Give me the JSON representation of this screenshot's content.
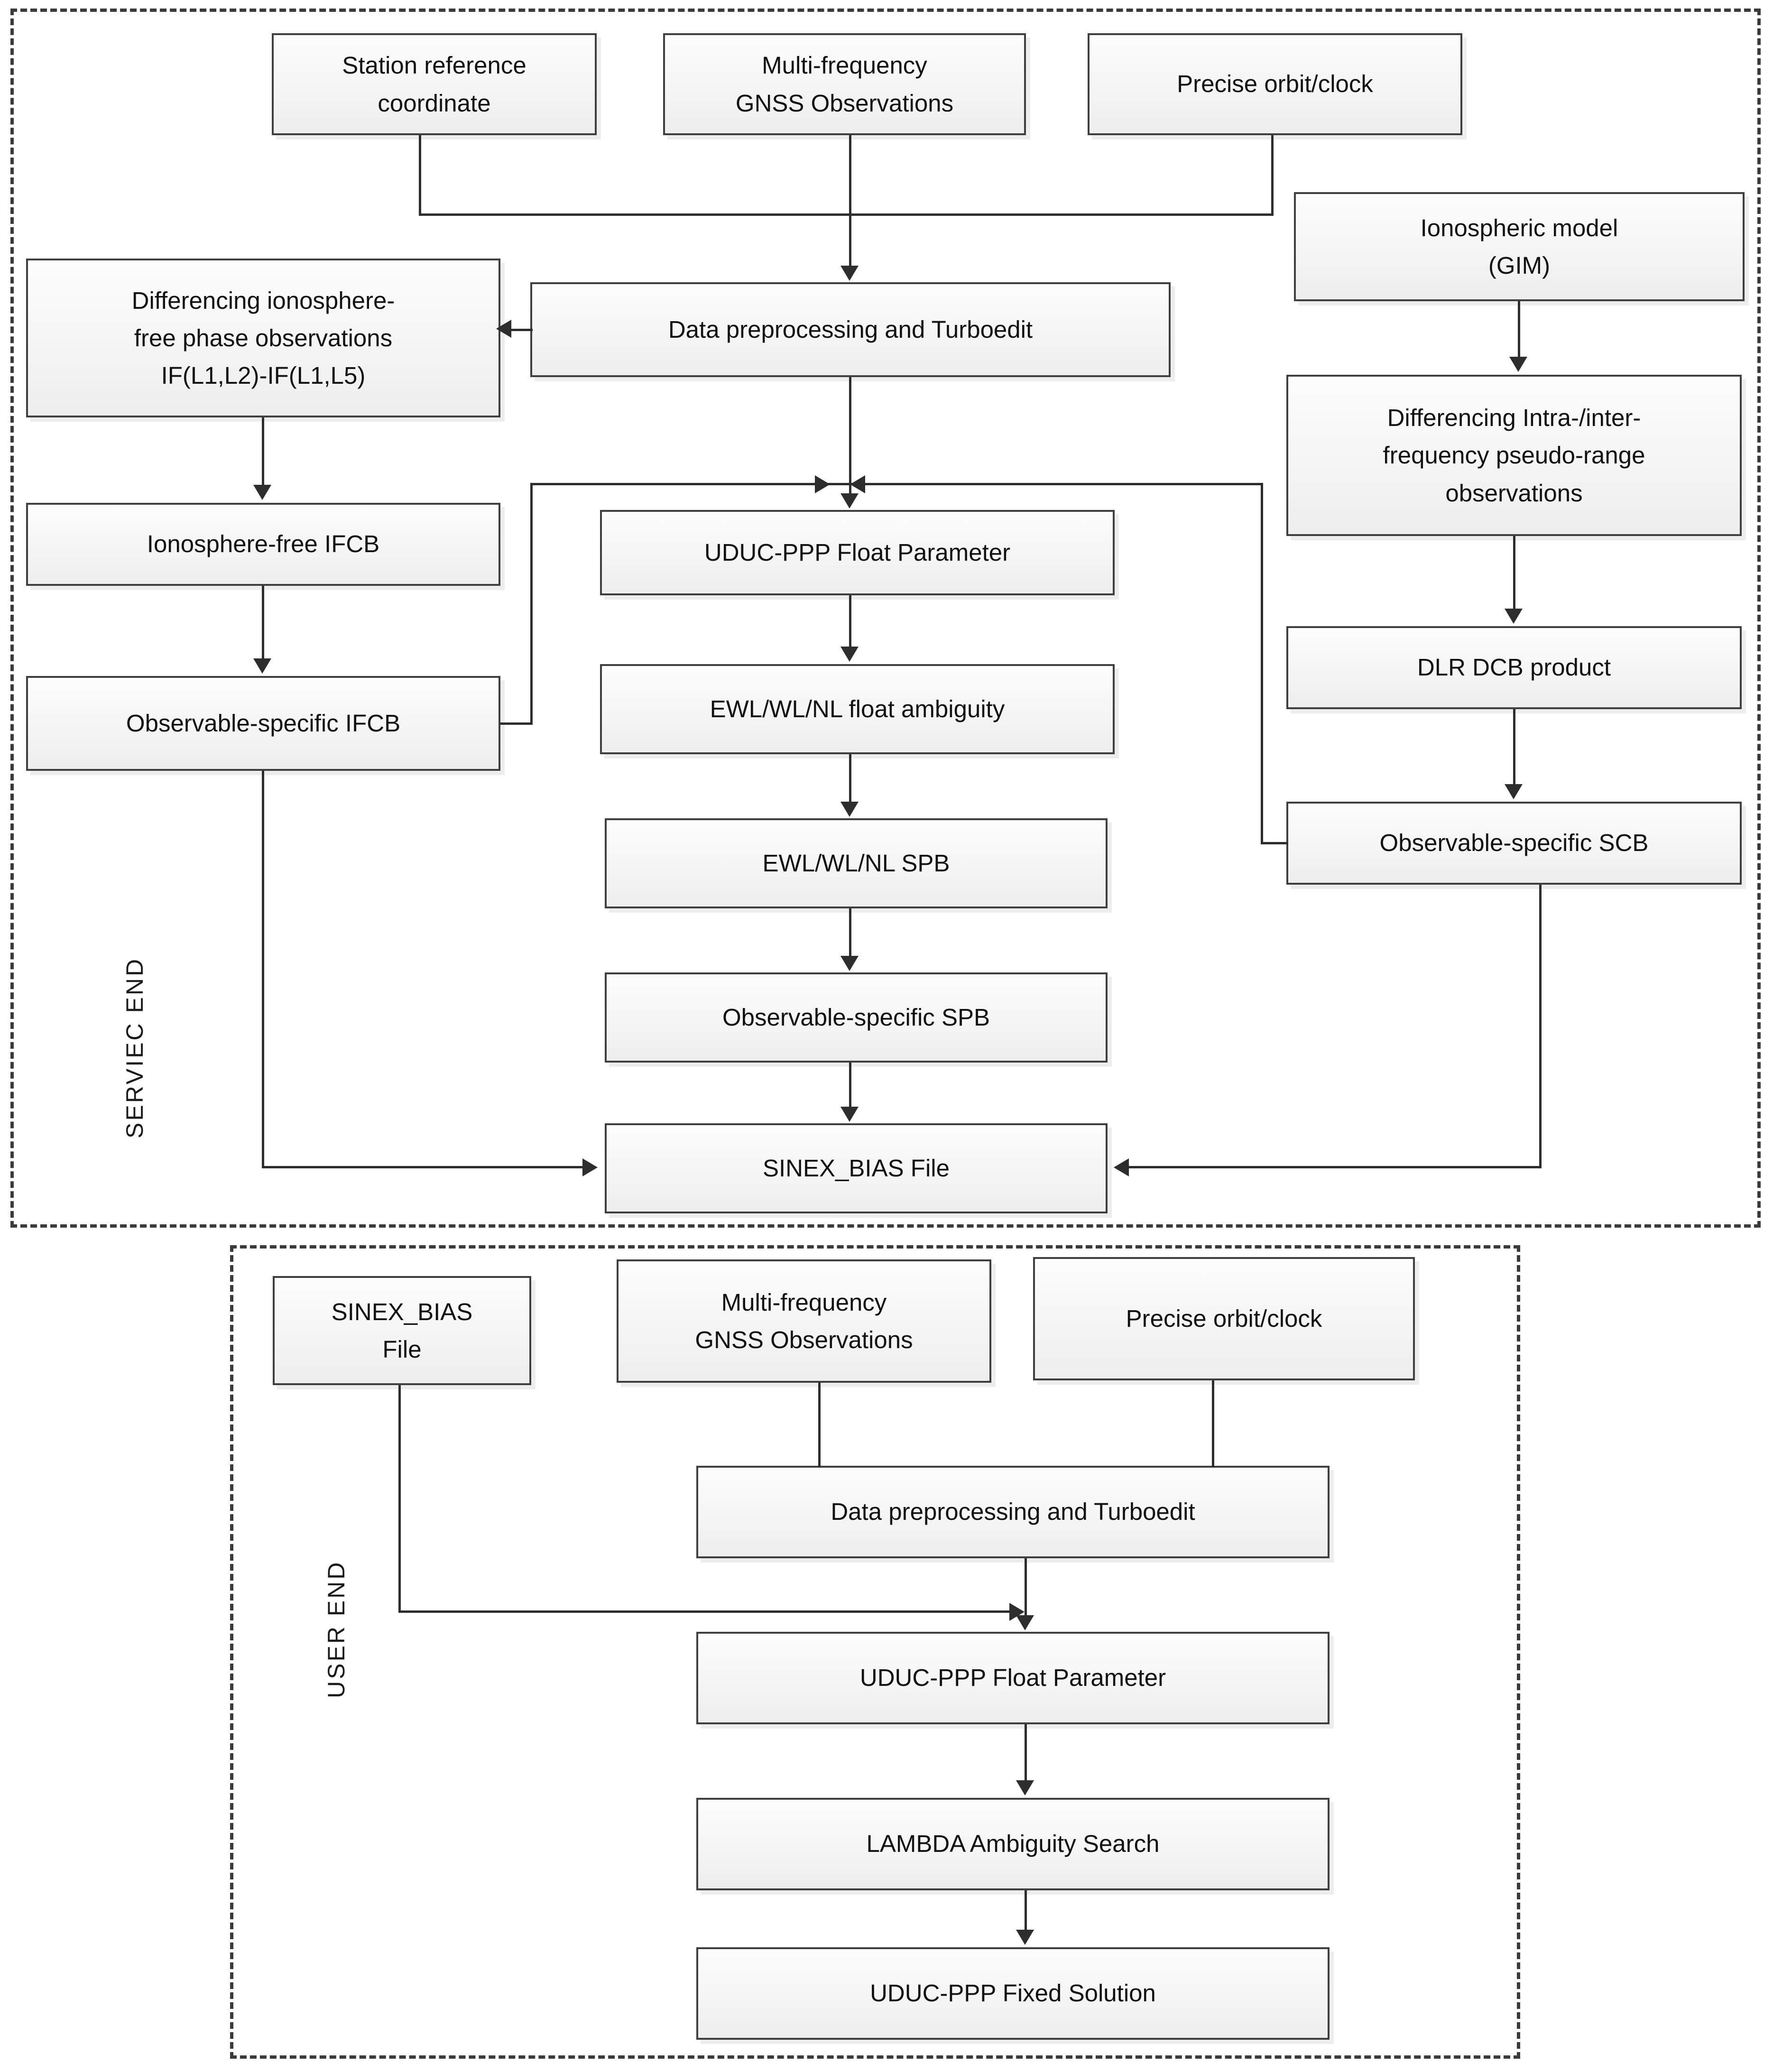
{
  "diagram": {
    "title": "GNSS multi-frequency UDUC-PPP bias generation and ambiguity-fixing workflow",
    "sections": [
      {
        "id": "service-end",
        "label": "SERVIEC END"
      },
      {
        "id": "user-end",
        "label": "USER END"
      }
    ],
    "service_end": {
      "label": "SERVIEC END",
      "nodes": {
        "station_reference_coordinate": "Station reference\ncoordinate",
        "multi_frequency_gnss_observations": "Multi-frequency\nGNSS Observations",
        "precise_orbit_clock": "Precise orbit/clock",
        "ionospheric_model_gim": "Ionospheric model\n(GIM)",
        "differencing_if_phase": "Differencing ionosphere-\nfree phase observations\nIF(L1,L2)-IF(L1,L5)",
        "data_preprocessing_turboedit": "Data preprocessing and Turboedit",
        "differencing_pseudo_range": "Differencing Intra-/inter-\nfrequency pseudo-range\nobservations",
        "ionosphere_free_ifcb": "Ionosphere-free IFCB",
        "uduc_ppp_float_parameter": "UDUC-PPP Float Parameter",
        "dlr_dcb_product": "DLR DCB product",
        "observable_specific_ifcb": "Observable-specific IFCB",
        "ewl_wl_nl_float_ambiguity": "EWL/WL/NL float ambiguity",
        "observable_specific_scb": "Observable-specific SCB",
        "ewl_wl_nl_spb": "EWL/WL/NL SPB",
        "observable_specific_spb": "Observable-specific SPB",
        "sinex_bias_file": "SINEX_BIAS File"
      }
    },
    "user_end": {
      "label": "USER END",
      "nodes": {
        "sinex_bias_file": "SINEX_BIAS\nFile",
        "multi_frequency_gnss_observations": "Multi-frequency\nGNSS Observations",
        "precise_orbit_clock": "Precise orbit/clock",
        "data_preprocessing_turboedit": "Data preprocessing and Turboedit",
        "uduc_ppp_float_parameter": "UDUC-PPP Float Parameter",
        "lambda_ambiguity_search": "LAMBDA  Ambiguity Search",
        "uduc_ppp_fixed_solution": "UDUC-PPP Fixed Solution"
      }
    },
    "colors": {
      "box_border": "#3f3f3f",
      "box_fill_top": "#fdfdfd",
      "box_fill_bottom": "#eeeeee",
      "connector": "#2d2d2d",
      "panel_border": "#3a3a3a",
      "text": "#111111"
    }
  }
}
